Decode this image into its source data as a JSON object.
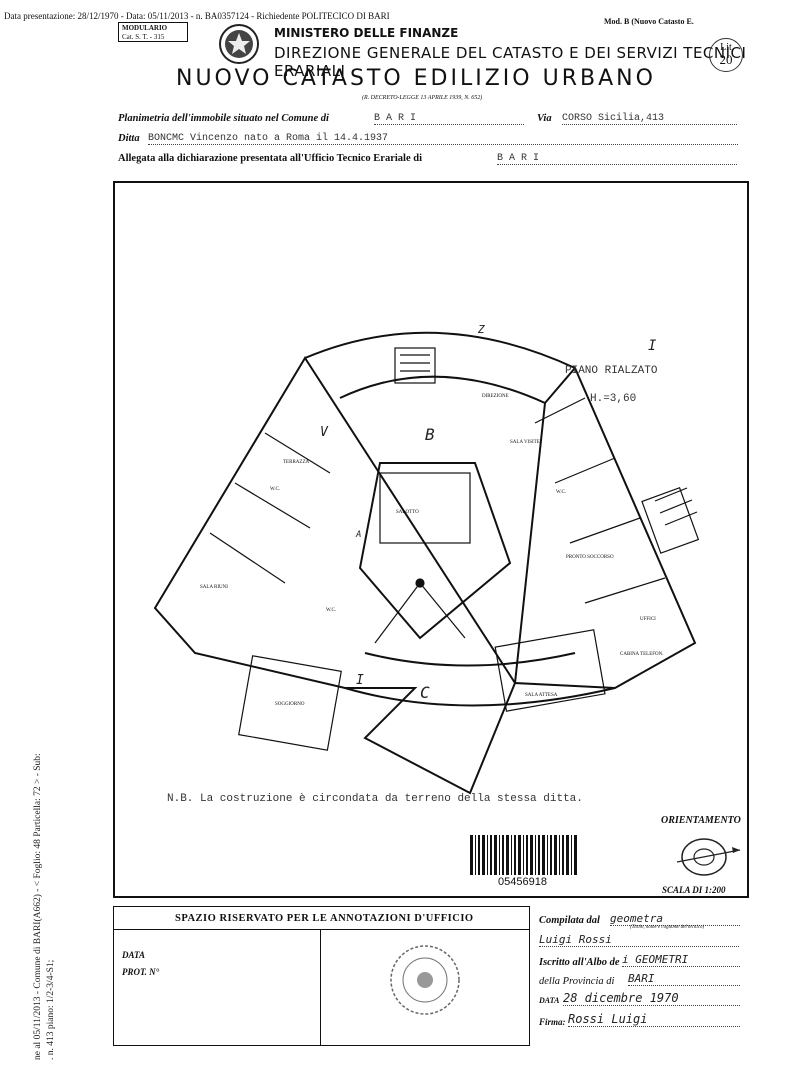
{
  "header": {
    "presentation_line": "Data presentazione: 28/12/1970 - Data: 05/11/2013 - n. BA0357124 - Richiedente POLITECICO DI BARI",
    "modulario_label": "MODULARIO",
    "modulario_code": "Cat. S. T. - 315",
    "mod_b": "Mod. B (Nuovo Catasto E.",
    "ministero": "MINISTERO DELLE FINANZE",
    "direzione": "DIREZIONE GENERALE DEL CATASTO E DEI SERVIZI TECNICI ERARIALI",
    "title": "NUOVO CATASTO EDILIZIO URBANO",
    "decree": "(R. DECRETO-LEGGE 13 APRILE 1939, N. 652)",
    "lire_label": "Lit",
    "lire_value": "20"
  },
  "fields": {
    "planimetria_label": "Planimetria dell'immobile situato nel Comune di",
    "comune_value": "B A R I",
    "via_label": "Via",
    "via_value": "CORSO Sicilia,413",
    "ditta_label": "Ditta",
    "ditta_value": "BONCMC Vincenzo nato a Roma il 14.4.1937",
    "allegata_label": "Allegata alla dichiarazione presentata all'Ufficio Tecnico Erariale di",
    "ufficio_value": "B A R I"
  },
  "plan": {
    "piano": "PIANO RIALZATO",
    "height": "H.=3,60",
    "note": "N.B. La costruzione è circondata da terreno della stessa ditta.",
    "orientamento": "ORIENTAMENTO",
    "scala": "SCALA DI 1:200",
    "barcode_number": "05456918",
    "rooms": {
      "direzione": "DIREZIONE",
      "sala_visite": "SALA VISITE",
      "pronto_soccorso": "PRONTO SOCCORSO",
      "uffici": "UFFICI",
      "sala_attesa": "SALA ATTESA",
      "salotto": "SALOTTO",
      "sala_riun": "SALA RIUNI",
      "cabina": "CABINA TELEFON.",
      "terrazza": "TERRAZZA",
      "soggiorno": "SOGGIORNO",
      "wc": "W.C."
    },
    "letters": {
      "a": "A",
      "b": "B",
      "c": "C",
      "v": "V",
      "i": "I",
      "z": "Z"
    }
  },
  "office": {
    "spazio": "SPAZIO RISERVATO PER LE ANNOTAZIONI D'UFFICIO",
    "data_label": "DATA",
    "prot_label": "PROT. N°",
    "compilata_label": "Compilata dal",
    "compilata_value": "geometra",
    "compilata_hint": "(Titolo, nome e cognome del tecnico)",
    "tecnico_value": "Luigi Rossi",
    "albo_label": "Iscritto all'Albo de",
    "albo_value": "i GEOMETRI",
    "provincia_label": "della Provincia di",
    "provincia_value": "BARI",
    "data2_label": "DATA",
    "data2_value": "28 dicembre 1970",
    "firma_label": "Firma:",
    "firma_value": "Rossi Luigi"
  },
  "side_margin": {
    "line1": "ne al 05/11/2013 - Comune di BARI(A662) - < Foglio: 48 Particella: 72 > - Sub:",
    "line2": ". n. 413 piano: 1/2-3/4-S1;"
  }
}
